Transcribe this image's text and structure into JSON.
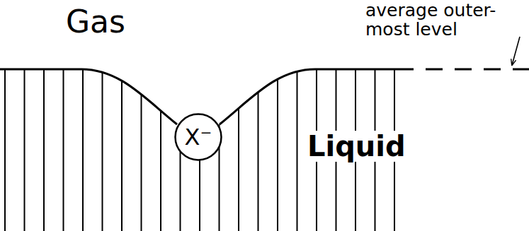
{
  "diagram": {
    "nodes": [
      {
        "text": [
          "X⁻"
        ]
      }
    ],
    "labels": [
      "Gas",
      "Liquid",
      "average outer-most level"
    ]
  }
}
